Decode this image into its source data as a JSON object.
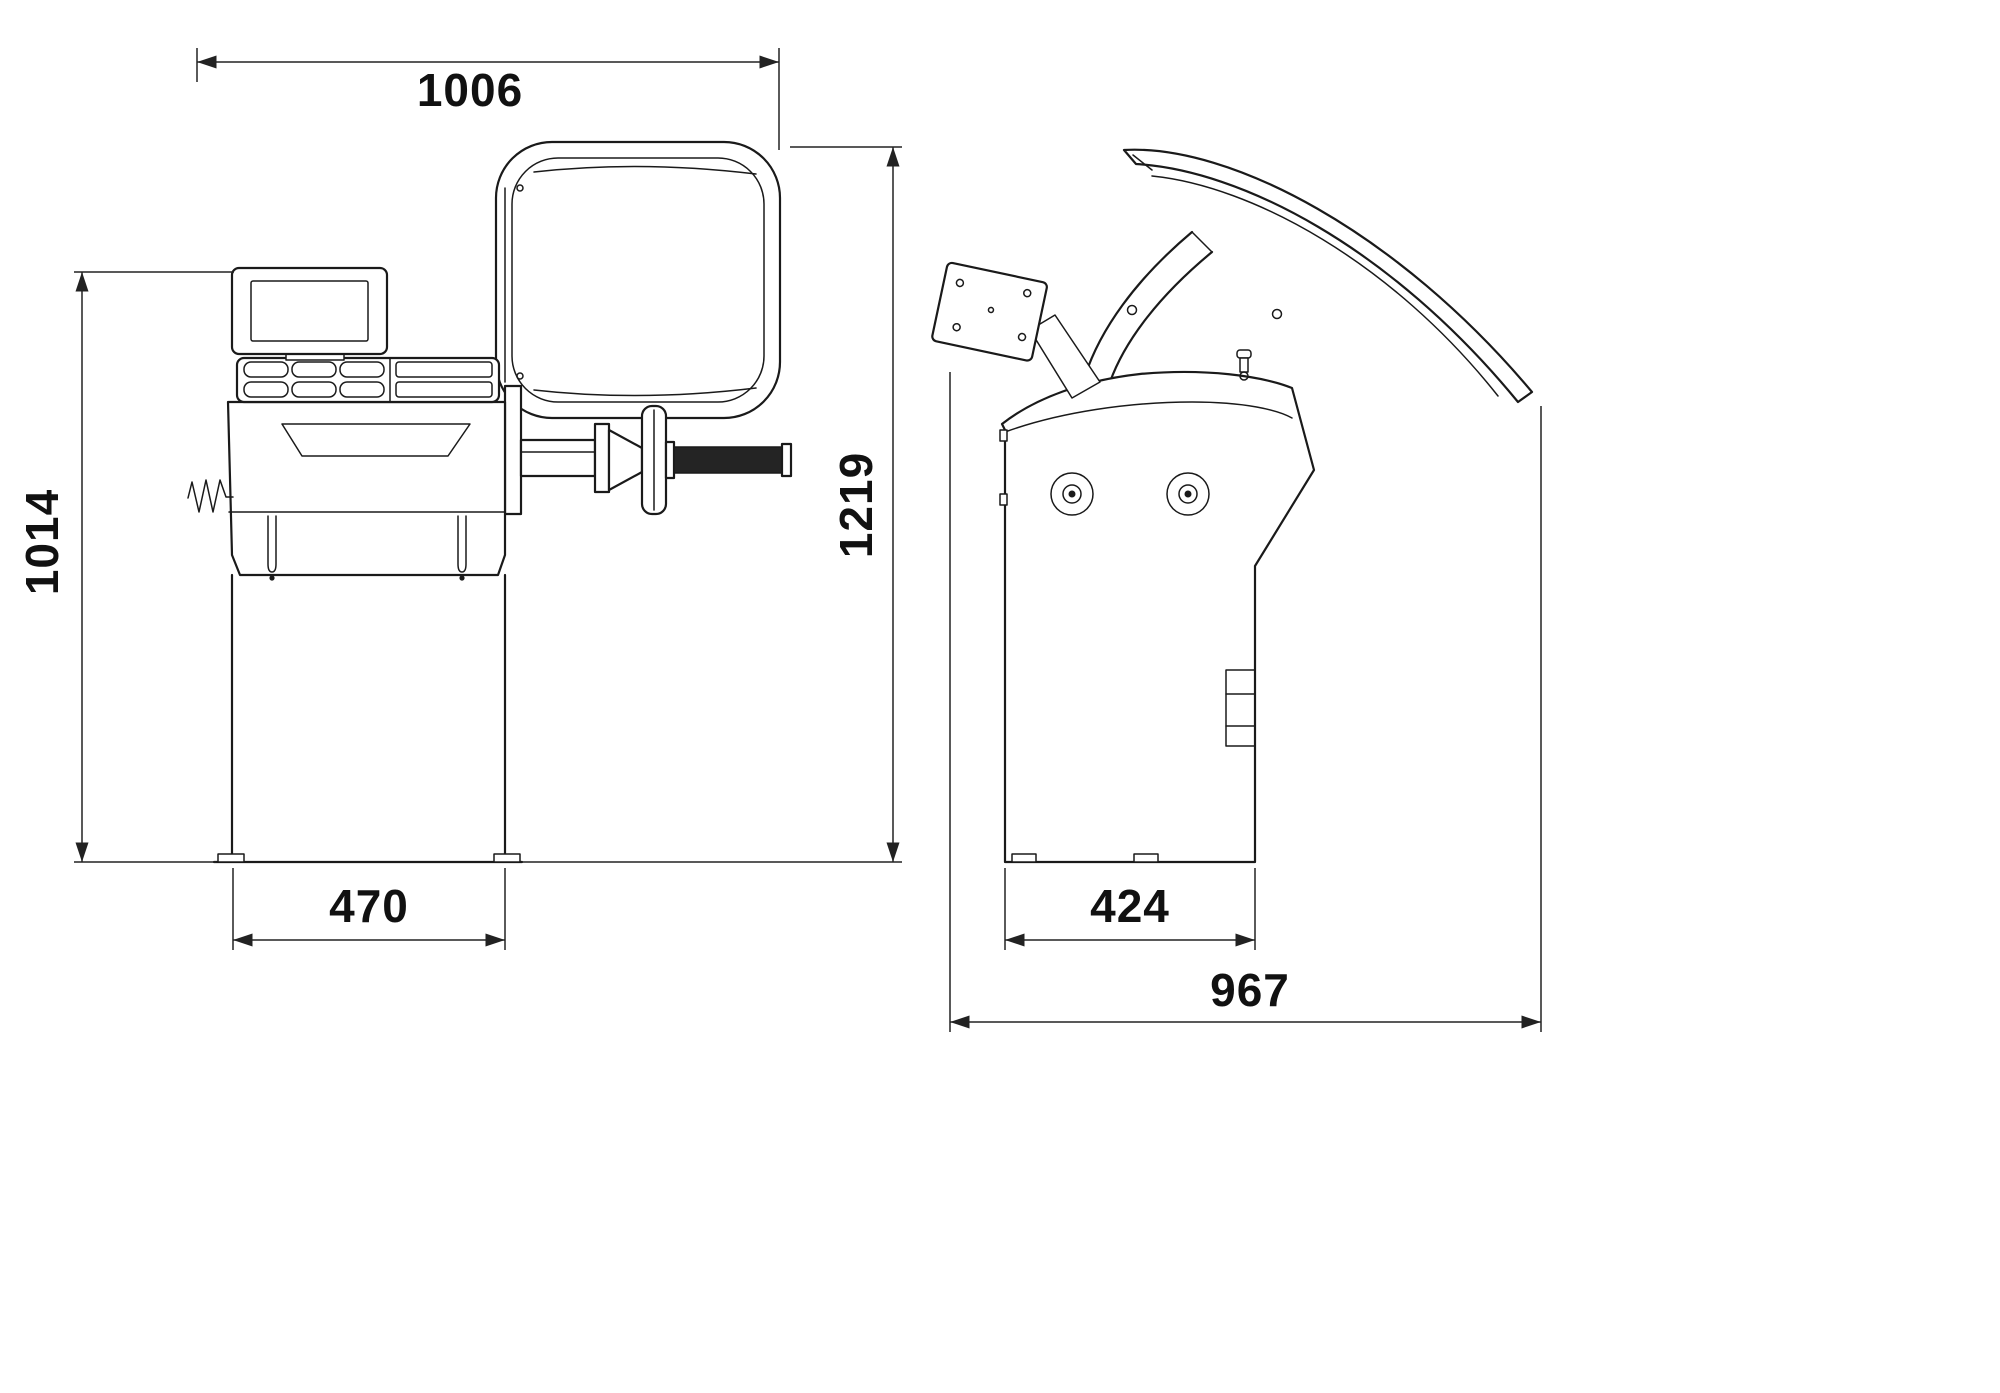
{
  "page": {
    "background": "#ffffff"
  },
  "drawing": {
    "type": "technical-dimension-drawing",
    "subject": "wheel balancer machine, front view and side view",
    "line_color": "#1a1a1a",
    "dimension_color": "#222222"
  },
  "dimensions": {
    "front_overall_width": "1006",
    "front_height": "1014",
    "overall_height": "1219",
    "front_base_width": "470",
    "side_base_depth": "424",
    "overall_depth": "967"
  }
}
